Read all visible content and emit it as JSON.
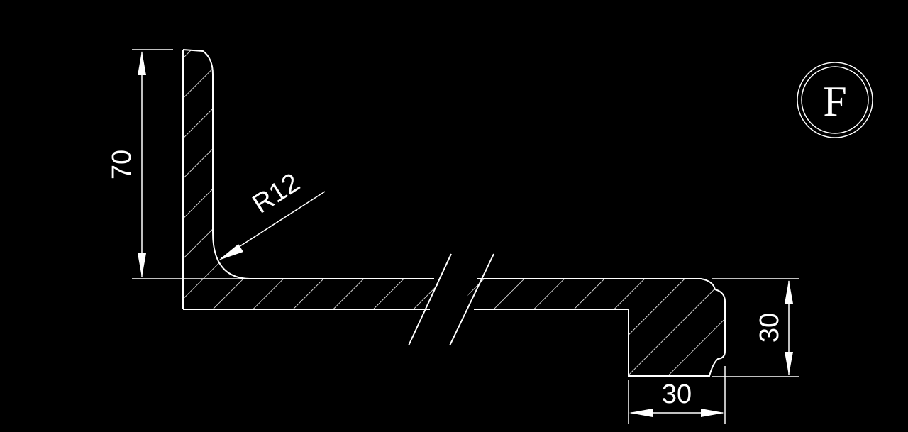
{
  "drawing": {
    "dimensions": {
      "height": "70",
      "radius": "R12",
      "step_height": "30",
      "step_width": "30"
    },
    "section_badge": "F",
    "colors": {
      "background": "#000000",
      "line": "#ffffff"
    }
  }
}
